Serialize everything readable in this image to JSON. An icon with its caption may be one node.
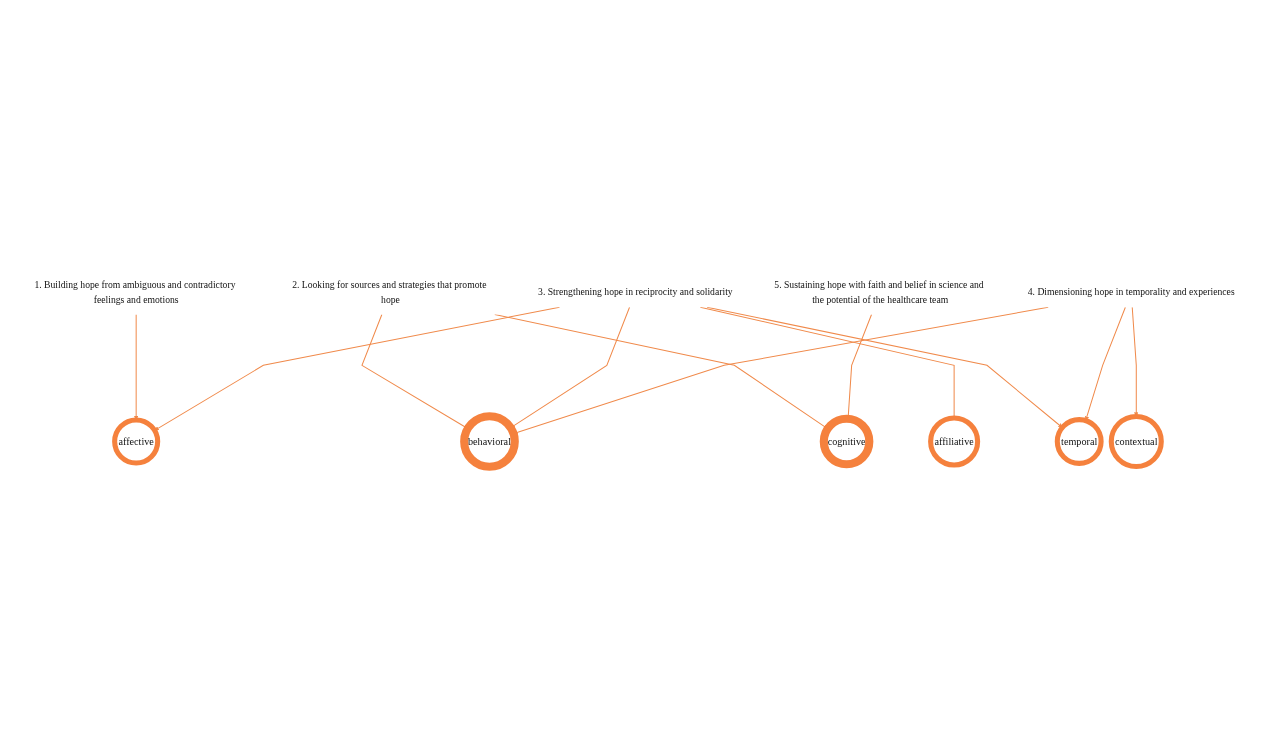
{
  "diagram": {
    "nodes": [
      {
        "text": [
          "affiliative"
        ]
      },
      {
        "text": [
          "affective"
        ]
      },
      {
        "text": [
          "behavioral"
        ]
      },
      {
        "text": [
          "temporal"
        ]
      },
      {
        "text": [
          "cognitive"
        ]
      },
      {
        "text": [
          "contextual"
        ]
      },
      {
        "text": [
          "1. Building hope from ambiguous and contradictory feelings and emotions"
        ]
      },
      {
        "text": [
          "2. Looking for sources and strategies that promote hope"
        ]
      },
      {
        "text": [
          "3. Strengthening hope in reciprocity and solidarity"
        ]
      },
      {
        "text": [
          "4. Dimensioning hope in temporality and experiences"
        ]
      },
      {
        "text": [
          "5. Sustaining hope with faith and belief in science and the potential of the healthcare team"
        ]
      }
    ],
    "edges": [
      {
        "from": 6,
        "to": 1,
        "arrow": "to"
      },
      {
        "from": 7,
        "to": 2,
        "arrow": "to"
      },
      {
        "from": 7,
        "to": 4,
        "arrow": "to"
      },
      {
        "from": 8,
        "to": 0,
        "arrow": "none"
      },
      {
        "from": 8,
        "to": 1,
        "arrow": "to"
      },
      {
        "from": 8,
        "to": 2,
        "arrow": "to"
      },
      {
        "from": 8,
        "to": 3,
        "arrow": "to"
      },
      {
        "from": 9,
        "to": 3,
        "arrow": "to"
      },
      {
        "from": 9,
        "to": 2,
        "arrow": "to"
      },
      {
        "from": 9,
        "to": 5,
        "arrow": "to"
      },
      {
        "from": 10,
        "to": 4,
        "arrow": "to"
      }
    ]
  }
}
